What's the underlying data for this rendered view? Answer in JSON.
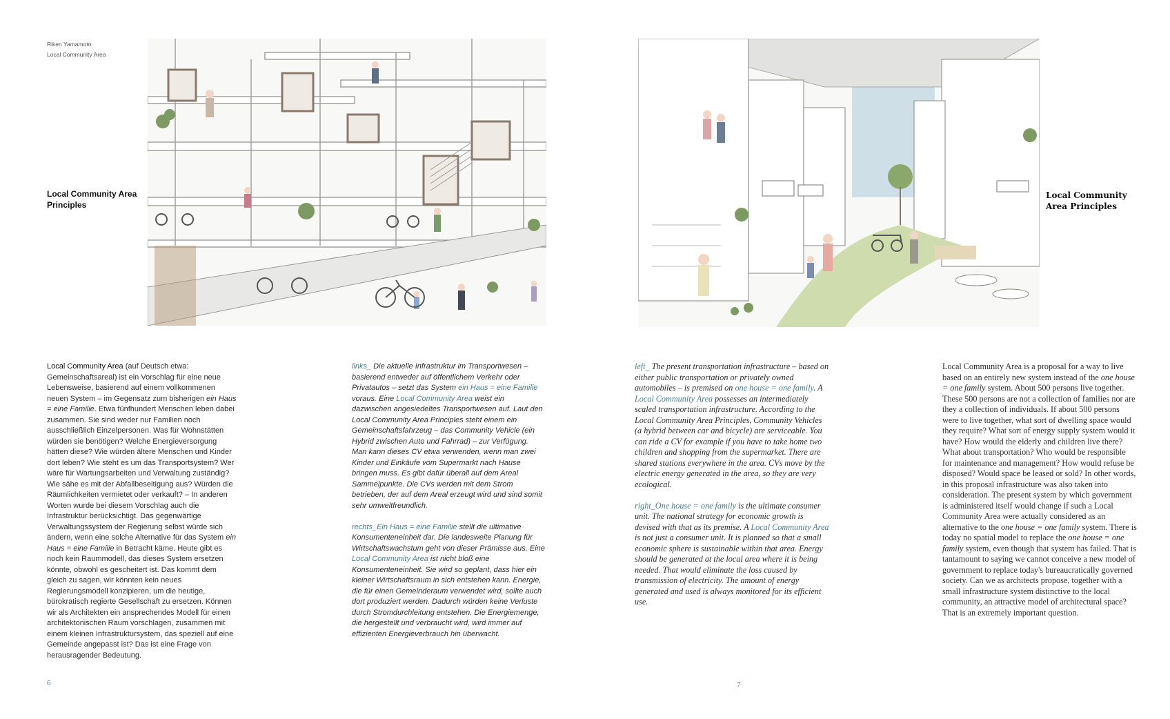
{
  "header": {
    "author": "Riken Yamamoto",
    "subtitle": "Local Community Area"
  },
  "left_page": {
    "sidehead": "Local Community Area Principles",
    "illustration_name": "building-illustration",
    "col1": {
      "lead": "Local Community Area",
      "t1": " (auf Deutsch etwa: Gemeinschaftsareal) ist ein Vorschlag für eine neue Lebensweise, basierend auf einem vollkommenen neuen System – im Gegensatz zum bisherigen ",
      "em1": "ein Haus = eine Familie",
      "t2": ". Etwa fünfhundert Menschen leben dabei zusammen. Sie sind weder nur Familien noch ausschließlich Einzelpersonen. Was für Wohnstätten würden sie benötigen? Welche Energieversorgung hätten diese? Wie würden ältere Menschen und Kinder dort leben? Wie steht es um das Transportsystem? Wer wäre für Wartungsarbeiten und Verwaltung zuständig? Wie sähe es mit der Abfallbeseitigung aus? Würden die Räumlichkeiten vermietet oder verkauft? – In anderen Worten wurde bei diesem Vorschlag auch die Infrastruktur berücksichtigt. Das gegenwärtige Verwaltungssystem der Regierung selbst würde sich ändern, wenn eine solche Alternative für das System ",
      "em2": "ein Haus = eine Familie",
      "t3": " in Betracht käme. Heute gibt es noch kein Raummodell, das dieses System ersetzen könnte, obwohl es gescheitert ist. Das kommt dem gleich zu sagen, wir könnten kein neues Regierungsmodell konzipieren, um die heutige, bürokratisch regierte Gesellschaft zu ersetzen. Können wir als Architekten ein ansprechendes Modell für einen architektonischen Raum vorschlagen, zusammen mit einem kleinen Infrastruktursystem, das speziell auf eine Gemeinde angepasst ist? Das ist eine Frage von herausragender Bedeutung."
    },
    "col2": {
      "p1_key": "links_",
      "p1_a": " Die aktuelle Infrastruktur im Transportwesen – basierend entweder auf öffentlichem Verkehr oder Privatautos – setzt das System ",
      "p1_link1": "ein Haus = eine Familie",
      "p1_b": " voraus. Eine ",
      "p1_link2": "Local Community Area",
      "p1_c": " weist ein dazwischen angesiedeltes Transportwesen auf. Laut den Local Community Area Principles steht einem ein Gemeinschaftsfahrzeug – das Community Vehicle (ein Hybrid zwischen Auto und Fahrrad) – zur Verfügung. Man kann dieses CV etwa verwenden, wenn man zwei Kinder und Einkäufe vom Supermarkt nach Hause bringen muss. Es gibt dafür überall auf dem Areal Sammelpunkte. Die CVs werden mit dem Strom betrieben, der auf dem Areal erzeugt wird und sind somit sehr umweltfreundlich.",
      "p2_key": "rechts_",
      "p2_link1": "Ein Haus = eine Familie",
      "p2_a": " stellt die ultimative Konsumenteneinheit dar. Die landesweite Planung für Wirtschaftswachstum geht von dieser Prämisse aus. Eine ",
      "p2_link2": "Local Community Area",
      "p2_b": " ist nicht bloß eine Konsumenteneinheit. Sie wird so geplant, dass hier ein kleiner Wirtschaftsraum in sich entstehen kann. Energie, die für einen Gemeinderaum verwendet wird, sollte auch dort produziert werden. Dadurch würden keine Verluste durch Stromdurchleitung entstehen. Die Energiemenge, die hergestellt und verbraucht wird, wird immer auf effizienten Energieverbrauch hin überwacht."
    },
    "page_number": "6"
  },
  "right_page": {
    "sidehead": "Local Community Area Principles",
    "illustration_name": "street-illustration",
    "col3": {
      "p1_key": "left_",
      "p1_a": " The present transportation infrastructure – based on either public transportation or privately owned automobiles – is premised on ",
      "p1_link1": "one house = one family",
      "p1_b": ". A ",
      "p1_link2": "Local Community Area",
      "p1_c": " possesses an intermediately scaled transportation infrastructure. According to the Local Community Area Principles, Community Vehicles (a hybrid between car and bicycle) are serviceable. You can ride a CV for example if you have to take home two children and shopping from the supermarket. There are shared stations everywhere in the area. CVs move by the electric energy generated in the area, so they are very ecological.",
      "p2_key": "right_",
      "p2_link1": "One house = one family",
      "p2_a": " is the ultimate consumer unit. The national strategy for economic growth is devised with that as its premise. A ",
      "p2_link2": "Local Community Area",
      "p2_b": " is not just a consumer unit. It is planned so that a small economic sphere is sustainable within that area. Energy should be generated at the local area where it is being needed. That would eliminate the loss caused by transmission of electricity. The amount of energy generated and used is always monitored for its efficient use."
    },
    "col4": {
      "t1": "Local Community Area is a proposal for a way to live based on an entirely new system instead of the ",
      "em1": "one house = one family",
      "t2": " system. About 500 persons live together. These 500 persons are not a collection of families nor are they a collection of individuals. If about 500 persons were to live together, what sort of dwelling space would they require? What sort of energy supply system would it have? How would the elderly and children live there? What about transportation? Who would be responsible for maintenance and management? How would refuse be disposed? Would space be leased or sold? In other words, in this proposal infrastructure was also taken into consideration. The present system by which government is administered itself would change if such a Local Community Area were actually considered as an alternative to the ",
      "em2": "one house = one family",
      "t3": " system. There is today no spatial model to replace the ",
      "em3": "one house = one family",
      "t4": " system, even though that system has failed. That is tantamount to saying we cannot conceive a new model of government to replace today's bureaucratically governed society. Can we as architects propose, together with a small infrastructure system distinctive to the local community, an attractive model of architectural space? That is an extremely important question."
    },
    "page_number": "7"
  }
}
